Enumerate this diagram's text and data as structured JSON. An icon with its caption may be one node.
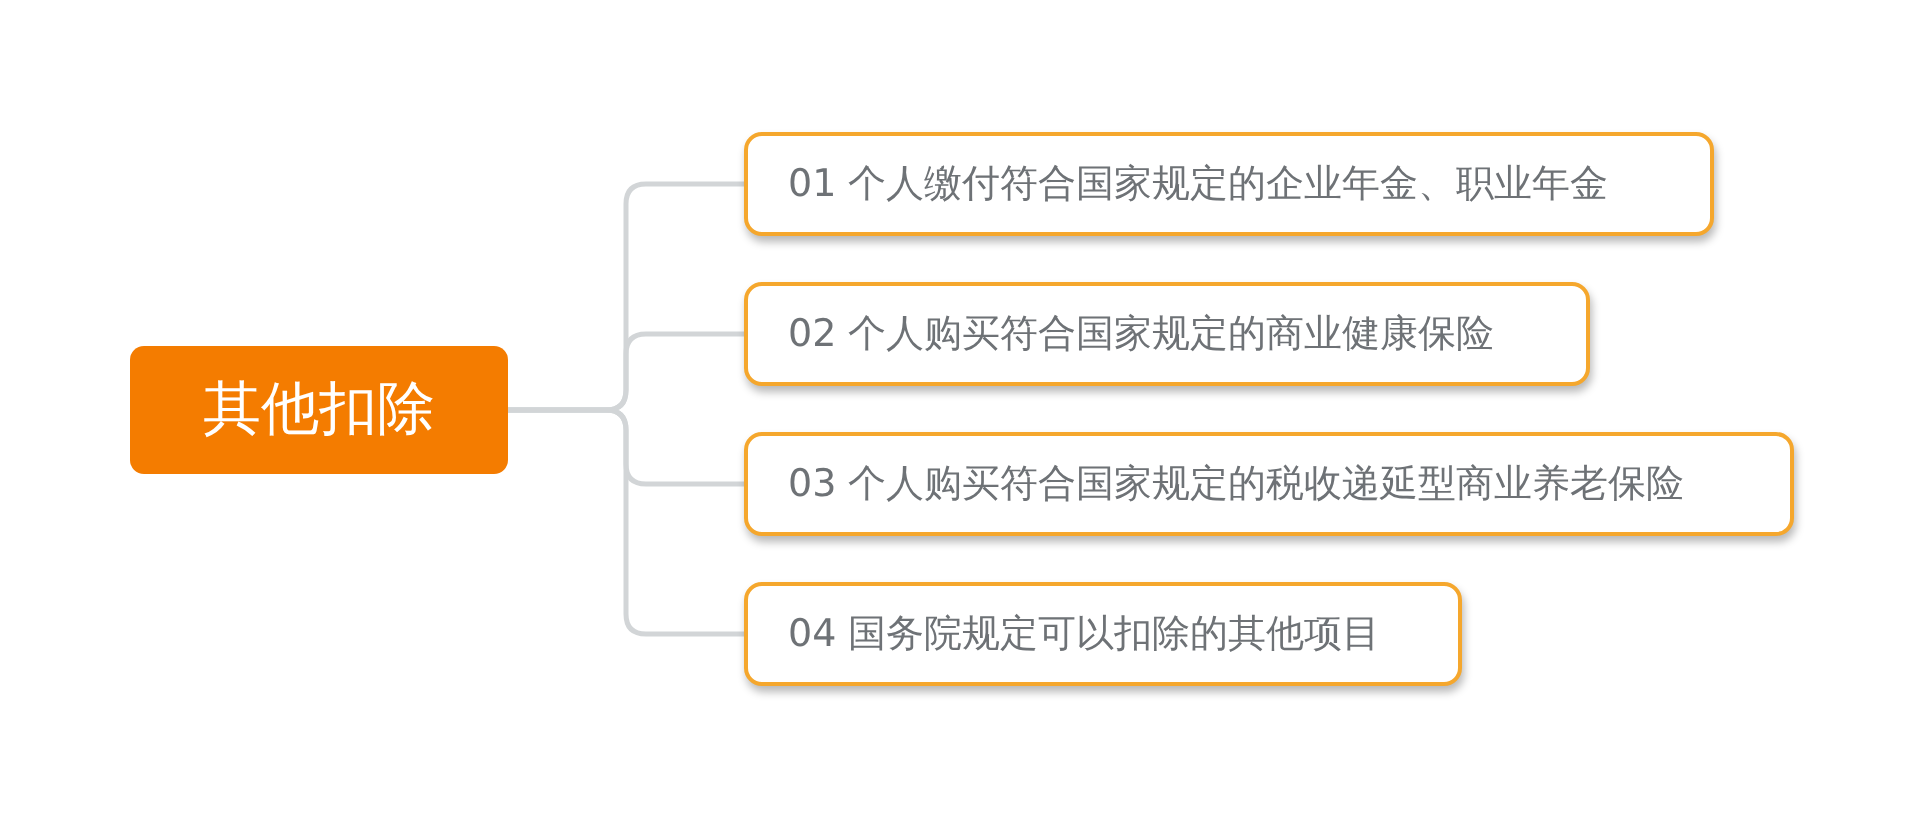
{
  "diagram": {
    "nodes": [
      {
        "text": [
          "其他扣除"
        ]
      },
      {
        "text": [
          "01 个人缴付符合国家规定的企业年金、职业年金"
        ]
      },
      {
        "text": [
          "02 个人购买符合国家规定的商业健康保险"
        ]
      },
      {
        "text": [
          "03 个人购买符合国家规定的税收递延型商业养老保险"
        ]
      },
      {
        "text": [
          "04 国务院规定可以扣除的其他项目"
        ]
      }
    ],
    "edges": [
      {
        "from": 0,
        "to": 1,
        "arrow": "none"
      },
      {
        "from": 0,
        "to": 2,
        "arrow": "none"
      },
      {
        "from": 0,
        "to": 3,
        "arrow": "none"
      },
      {
        "from": 0,
        "to": 4,
        "arrow": "none"
      }
    ]
  }
}
